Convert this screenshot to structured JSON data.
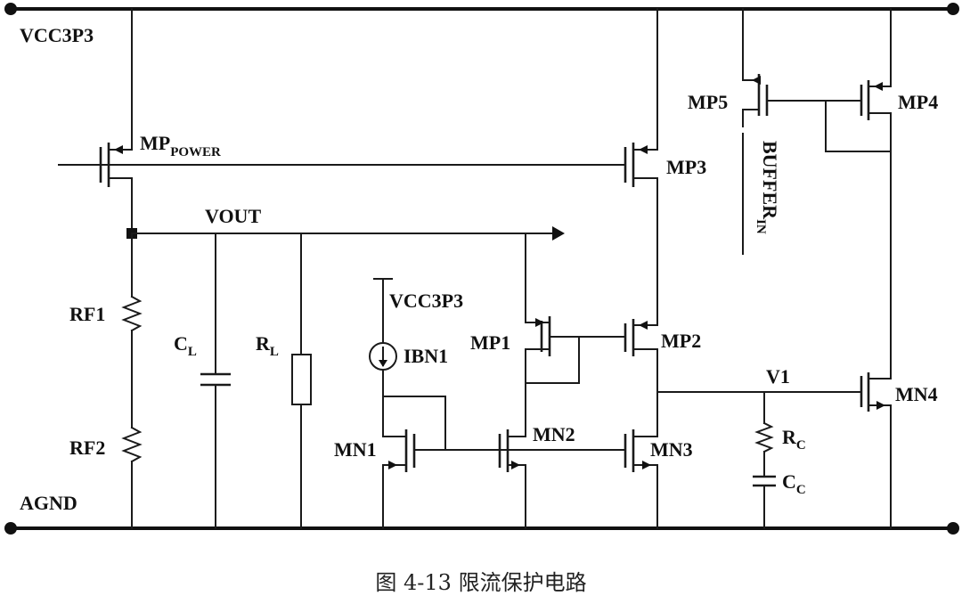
{
  "caption": "图 4-13 限流保护电路",
  "labels": {
    "vcc_rail": "VCC3P3",
    "agnd": "AGND",
    "vout": "VOUT",
    "mp_power": "MP",
    "mp_power_sub": "POWER",
    "mp3": "MP3",
    "mp5": "MP5",
    "mp4": "MP4",
    "buffer": "BUFFER",
    "buffer_sub": "IN",
    "rf1": "RF1",
    "rf2": "RF2",
    "cl": "C",
    "cl_sub": "L",
    "rl": "R",
    "rl_sub": "L",
    "vcc_local": "VCC3P3",
    "ibn1": "IBN1",
    "mp1": "MP1",
    "mp2": "MP2",
    "mn1": "MN1",
    "mn2": "MN2",
    "mn3": "MN3",
    "v1": "V1",
    "mn4": "MN4",
    "rc": "R",
    "rc_sub": "C",
    "cc": "C",
    "cc_sub": "C"
  }
}
